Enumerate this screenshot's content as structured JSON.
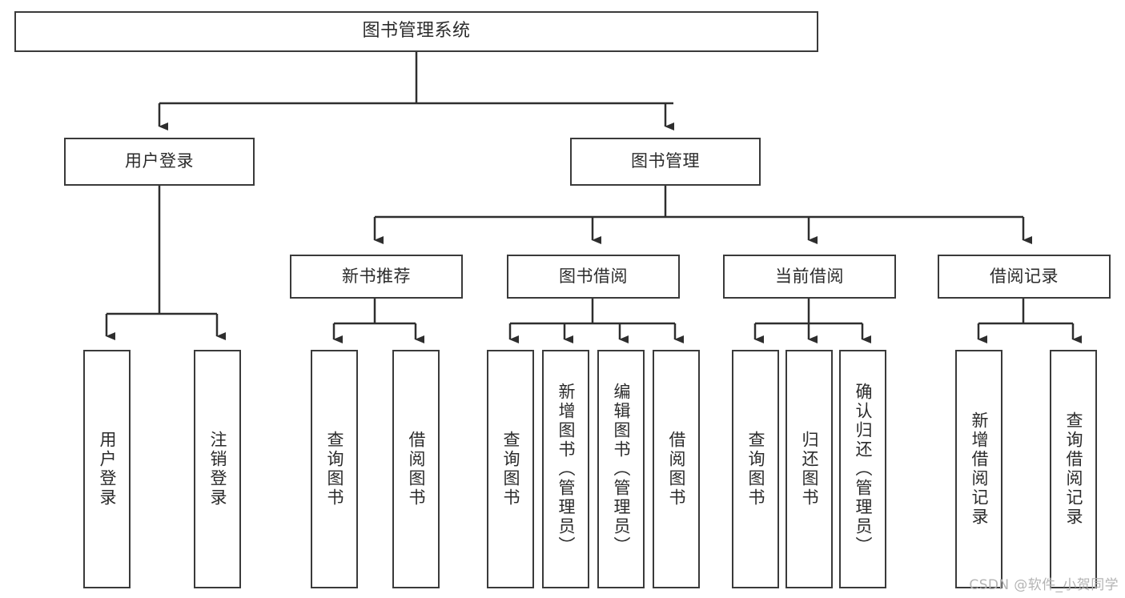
{
  "diagram": {
    "title": "图书管理系统",
    "type": "tree-hierarchy-chart",
    "stroke_color": "#3a3a3a",
    "text_color": "#2b2b2b",
    "background_color": "#ffffff"
  },
  "nodes": {
    "root": {
      "label": "图书管理系统"
    },
    "level2": [
      {
        "id": "user-login",
        "label": "用户登录"
      },
      {
        "id": "book-management",
        "label": "图书管理"
      }
    ],
    "level3": [
      {
        "id": "new-book-recommend",
        "label": "新书推荐"
      },
      {
        "id": "book-borrow",
        "label": "图书借阅"
      },
      {
        "id": "current-borrow",
        "label": "当前借阅"
      },
      {
        "id": "borrow-record",
        "label": "借阅记录"
      }
    ],
    "leaves": {
      "user_login": [
        {
          "id": "leaf-user-login",
          "label": "用户登录"
        },
        {
          "id": "leaf-logout-login",
          "label": "注销登录"
        }
      ],
      "new_book_recommend": [
        {
          "id": "leaf-query-book-1",
          "label": "查询图书"
        },
        {
          "id": "leaf-borrow-book-1",
          "label": "借阅图书"
        }
      ],
      "book_borrow": [
        {
          "id": "leaf-query-book-2",
          "label": "查询图书"
        },
        {
          "id": "leaf-add-book",
          "label": "新增图书（管理员）"
        },
        {
          "id": "leaf-edit-book",
          "label": "编辑图书（管理员）"
        },
        {
          "id": "leaf-borrow-book-2",
          "label": "借阅图书"
        }
      ],
      "current_borrow": [
        {
          "id": "leaf-query-book-3",
          "label": "查询图书"
        },
        {
          "id": "leaf-return-book",
          "label": "归还图书"
        },
        {
          "id": "leaf-confirm-return",
          "label": "确认归还（管理员）"
        }
      ],
      "borrow_record": [
        {
          "id": "leaf-add-record",
          "label": "新增借阅记录"
        },
        {
          "id": "leaf-query-record",
          "label": "查询借阅记录"
        }
      ]
    }
  },
  "watermark": {
    "text": "CSDN @软件_小贺同学"
  }
}
